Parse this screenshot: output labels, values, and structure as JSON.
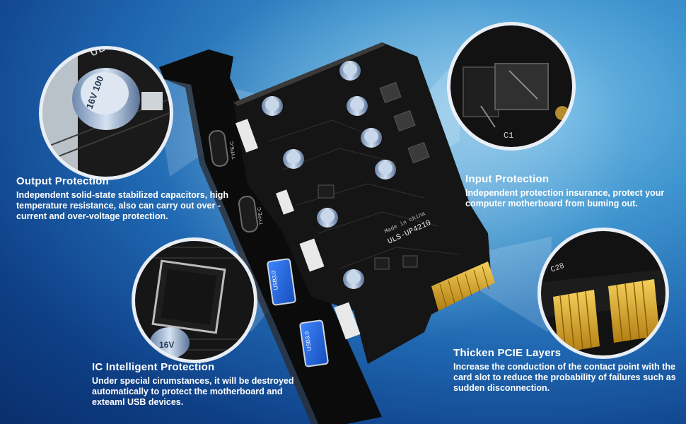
{
  "colors": {
    "background_deep": "#0a2f6c",
    "background_light": "#7fc3ea",
    "pcb": "#141414",
    "bracket": "#0c0c0c",
    "usb_port": "#2a6fe0",
    "gold_contact": "#d9a52a",
    "capacitor": "#8fa9c9",
    "text": "#ffffff"
  },
  "product": {
    "board_marking": "ULS-UP4210",
    "board_marking_small": "Made in china",
    "port_labels": [
      "USB3.0",
      "USB3.0",
      "TYPE-C",
      "TYPE-C"
    ]
  },
  "magnifiers": {
    "output": {
      "capacitor_text": "16V 100",
      "silk": "ULS-UP"
    },
    "input": {
      "silk": "C1"
    },
    "ic": {
      "capacitor_text": "16V"
    },
    "pcie": {
      "silk": "C28"
    }
  },
  "features": {
    "output_protection": {
      "title": "Output Protection",
      "text": "Independent solid-state stabilized capacitors, high temperature resistance, also can carry out over -current and over-voltage protection."
    },
    "input_protection": {
      "title": "Input Protection",
      "text": "Independent protection insurance, protect your computer motherboard from buming out."
    },
    "ic_protection": {
      "title": "IC Intelligent Protection",
      "text": "Under special cirumstances, it will be destroyed automatically to protect the motherboard and exteaml USB devices."
    },
    "pcie_layers": {
      "title": "Thicken PCIE Layers",
      "text": "Increase the conduction of the contact point with the card slot to reduce the probability of failures such as sudden disconnection."
    }
  }
}
